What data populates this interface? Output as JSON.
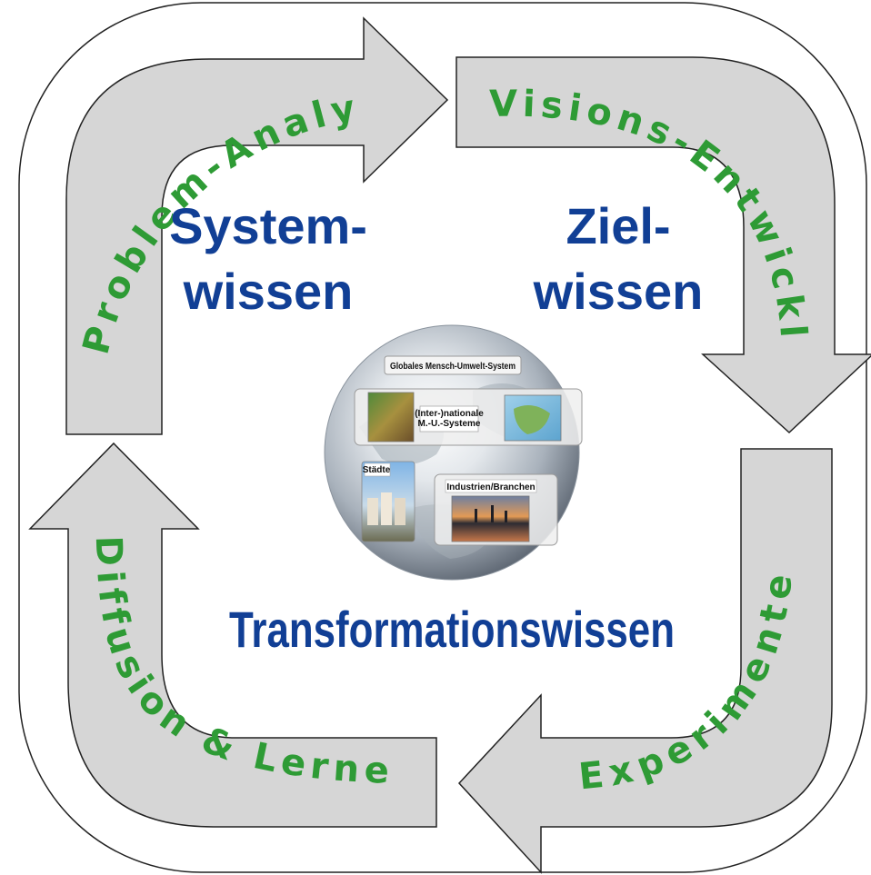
{
  "colors": {
    "arrow_fill": "#d6d6d6",
    "arrow_stroke": "#222222",
    "label_green": "#2e9b35",
    "knowledge_blue": "#113f95",
    "frame_stroke": "#222222"
  },
  "arrows": {
    "problem_analyse": "Problem-Analyse",
    "visions_entwicklung": "Visions-Entwicklung",
    "experimente": "Experimente",
    "diffusion_lernen": "Diffusion & Lernen"
  },
  "knowledge": {
    "system_line1": "System-",
    "system_line2": "wissen",
    "ziel_line1": "Ziel-",
    "ziel_line2": "wissen",
    "transformation": "Transformationswissen"
  },
  "globe": {
    "icon": "globe-icon",
    "global_system": "Globales Mensch-Umwelt-System",
    "national_line1": "(Inter-)nationale",
    "national_line2": "M.-U.-Systeme",
    "cities": "Städte",
    "industries": "Industrien/Branchen"
  }
}
